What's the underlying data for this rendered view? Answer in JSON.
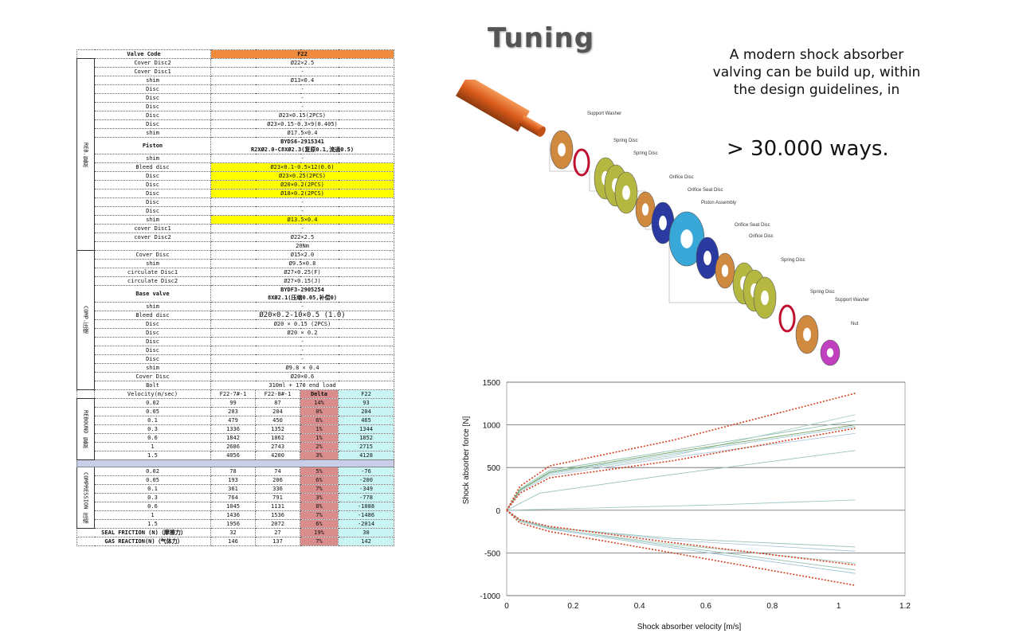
{
  "slide": {
    "title": "Tuning",
    "description": "A modern shock absorber valving can be build up, within the design guidelines, in",
    "ways": "> 30.000 ways."
  },
  "table": {
    "header": {
      "label": "Valve Code",
      "value": "F22"
    },
    "rebound_section_label": "REB.复原",
    "comp_section_label": "COMP.压缩",
    "rebound_rows": [
      {
        "part": "Cover Disc2",
        "value": "Ø22×2.5"
      },
      {
        "part": "Cover Disc1",
        "value": "-"
      },
      {
        "part": "shim",
        "value": "Ø13×0.4"
      },
      {
        "part": "Disc",
        "value": "-"
      },
      {
        "part": "Disc",
        "value": "-"
      },
      {
        "part": "Disc",
        "value": "-"
      },
      {
        "part": "Disc",
        "value": "Ø23×0.15(2PCS)"
      },
      {
        "part": "Disc",
        "value": "Ø23×0.15-0.3×9(0.405)"
      },
      {
        "part": "shim",
        "value": "Ø17.5×0.4"
      },
      {
        "part": "Piston",
        "value": "BYDS6-2915341\nR2XØ2.0-C8XØ2.3(复原0.1,流通0.5)",
        "tall": true
      },
      {
        "part": "shim",
        "value": "-"
      },
      {
        "part": "Bleed disc",
        "value": "Ø23×0.1-0.5×12(0.6)",
        "yellow": true
      },
      {
        "part": "Disc",
        "value": "Ø23×0.25(2PCS)",
        "yellow": true
      },
      {
        "part": "Disc",
        "value": "Ø20×0.2(2PCS)",
        "yellow": true
      },
      {
        "part": "Disc",
        "value": "Ø18×0.2(2PCS)",
        "yellow": true
      },
      {
        "part": "Disc",
        "value": "-"
      },
      {
        "part": "Disc",
        "value": "-"
      },
      {
        "part": "shim",
        "value": "Ø13.5×0.4",
        "yellow": true
      },
      {
        "part": "cover Disc1",
        "value": "-"
      },
      {
        "part": "cover Disc2",
        "value": "Ø22×2.5"
      },
      {
        "part": "",
        "value": "20Nm"
      }
    ],
    "comp_rows": [
      {
        "part": "Cover Disc",
        "value": "Ø15×2.0"
      },
      {
        "part": "shim",
        "value": "Ø9.5×0.8"
      },
      {
        "part": "circulate Disc1",
        "value": "Ø27×0.25(F)"
      },
      {
        "part": "circulate Disc2",
        "value": "Ø27×0.15(J)"
      },
      {
        "part": "Base valve",
        "value": "BYDF3-2905254\n8XØ2.1(压缩0.05,补偿0)",
        "tall": true
      },
      {
        "part": "shim",
        "value": "-"
      },
      {
        "part": "Bleed disc",
        "value": "Ø20×0.2-10×0.5 (1.0)",
        "big": true
      },
      {
        "part": "Disc",
        "value": "Ø20 × 0.15 (2PCS)"
      },
      {
        "part": "Disc",
        "value": "Ø20 × 0.2"
      },
      {
        "part": "Disc",
        "value": "-"
      },
      {
        "part": "Disc",
        "value": "-"
      },
      {
        "part": "Disc",
        "value": "-"
      },
      {
        "part": "shim",
        "value": "Ø9.8 × 0.4"
      },
      {
        "part": "Cover Disc",
        "value": "Ø20×0.6"
      },
      {
        "part": "Bolt",
        "value": "310ml + 170 end load"
      }
    ],
    "measure_header": [
      "Velocity(m/sec)",
      "F22-7#-1",
      "F22-8#-1",
      "Delta",
      "F22"
    ],
    "rebound_measure_label": "REBOUND 复原",
    "compression_measure_label": "COMPRESSION 压缩",
    "rebound_measure": [
      [
        "0.02",
        "99",
        "87",
        "14%",
        "93"
      ],
      [
        "0.05",
        "203",
        "204",
        "0%",
        "204"
      ],
      [
        "0.1",
        "479",
        "450",
        "6%",
        "465"
      ],
      [
        "0.3",
        "1336",
        "1352",
        "1%",
        "1344"
      ],
      [
        "0.6",
        "1842",
        "1862",
        "1%",
        "1852"
      ],
      [
        "1",
        "2686",
        "2743",
        "2%",
        "2715"
      ],
      [
        "1.5",
        "4056",
        "4200",
        "3%",
        "4128"
      ]
    ],
    "compression_measure": [
      [
        "0.02",
        "78",
        "74",
        "5%",
        "-76"
      ],
      [
        "0.05",
        "193",
        "206",
        "6%",
        "-200"
      ],
      [
        "0.1",
        "361",
        "336",
        "7%",
        "-349"
      ],
      [
        "0.3",
        "764",
        "791",
        "3%",
        "-778"
      ],
      [
        "0.6",
        "1045",
        "1131",
        "8%",
        "-1088"
      ],
      [
        "1",
        "1436",
        "1536",
        "7%",
        "-1486"
      ],
      [
        "1.5",
        "1956",
        "2072",
        "6%",
        "-2014"
      ]
    ],
    "footer_rows": [
      [
        "SEAL FRICTION (N)（摩擦力）",
        "32",
        "27",
        "19%",
        "30"
      ],
      [
        "GAS REACTION(N)（气体力）",
        "146",
        "137",
        "7%",
        "142"
      ]
    ]
  },
  "exploded_view": {
    "labels": [
      "Support Washer",
      "Spring Disc",
      "Spring Disc",
      "Orifice Disc",
      "Orifice Seat Disc",
      "Piston Assembly",
      "Orifice Seat Disc",
      "Orifice Disc",
      "Spring Disc",
      "Spring Disc",
      "Support Washer",
      "Nut"
    ]
  },
  "chart_data": {
    "type": "line",
    "xlabel": "Shock absorber velocity [m/s]",
    "ylabel": "Shock absorber force [N]",
    "xlim": [
      0,
      1.2
    ],
    "ylim": [
      -1000,
      1500
    ],
    "xticks": [
      "0",
      "0.2",
      "0.4",
      "0.6",
      "0.8",
      "1",
      "1.2"
    ],
    "yticks": [
      "1500",
      "1000",
      "500",
      "0",
      "-500",
      "-1000"
    ],
    "grid": "horizontal",
    "series": [
      {
        "style": "red-dotted",
        "color": "#d44020",
        "x": [
          0,
          0.04,
          0.13,
          0.5,
          1.05
        ],
        "y": [
          0,
          280,
          520,
          820,
          1370
        ]
      },
      {
        "style": "red-dotted",
        "color": "#d44020",
        "x": [
          0,
          0.04,
          0.13,
          0.5,
          1.05
        ],
        "y": [
          0,
          200,
          380,
          580,
          960
        ]
      },
      {
        "style": "red-dotted",
        "color": "#d44020",
        "x": [
          0,
          0.04,
          0.13,
          0.5,
          1.05
        ],
        "y": [
          0,
          -110,
          -190,
          -380,
          -640
        ]
      },
      {
        "style": "red-dotted",
        "color": "#d44020",
        "x": [
          0,
          0.04,
          0.13,
          0.5,
          1.05
        ],
        "y": [
          0,
          -150,
          -250,
          -500,
          -880
        ]
      },
      {
        "style": "thin",
        "color": "#8fc0b0",
        "x": [
          0,
          0.04,
          0.13,
          0.5,
          1.05
        ],
        "y": [
          0,
          250,
          470,
          700,
          1050
        ]
      },
      {
        "style": "thin",
        "color": "#9ec7d6",
        "x": [
          0,
          0.04,
          0.13,
          0.5,
          1.05
        ],
        "y": [
          0,
          240,
          440,
          660,
          980
        ]
      },
      {
        "style": "thin",
        "color": "#a8d0c0",
        "x": [
          0,
          0.04,
          0.13,
          0.5,
          1.05
        ],
        "y": [
          0,
          230,
          430,
          640,
          1120
        ]
      },
      {
        "style": "thin",
        "color": "#6fa05a",
        "x": [
          0,
          0.04,
          0.13,
          0.5,
          1.05
        ],
        "y": [
          0,
          235,
          450,
          680,
          1000
        ]
      },
      {
        "style": "thin",
        "color": "#b0c8d8",
        "x": [
          0,
          0.04,
          0.13,
          0.5,
          1.05
        ],
        "y": [
          0,
          215,
          410,
          620,
          900
        ]
      },
      {
        "style": "thin",
        "color": "#98c4b8",
        "x": [
          0,
          0.1,
          0.5,
          1.05
        ],
        "y": [
          0,
          200,
          420,
          700
        ]
      },
      {
        "style": "thin",
        "color": "#a0c8c8",
        "x": [
          0,
          0.2,
          0.6,
          1.05
        ],
        "y": [
          0,
          20,
          60,
          120
        ]
      },
      {
        "style": "thin",
        "color": "#8fc0b0",
        "x": [
          0,
          0.04,
          0.13,
          0.5,
          1.05
        ],
        "y": [
          0,
          -120,
          -210,
          -420,
          -700
        ]
      },
      {
        "style": "thin",
        "color": "#9ec7d6",
        "x": [
          0,
          0.04,
          0.13,
          0.5,
          1.05
        ],
        "y": [
          0,
          -130,
          -220,
          -440,
          -740
        ]
      },
      {
        "style": "thin",
        "color": "#a8d0c0",
        "x": [
          0,
          0.04,
          0.13,
          0.5,
          1.05
        ],
        "y": [
          0,
          -125,
          -215,
          -400,
          -620
        ]
      },
      {
        "style": "thin",
        "color": "#b0c8d8",
        "x": [
          0,
          0.04,
          0.13,
          0.5,
          1.05
        ],
        "y": [
          0,
          -115,
          -200,
          -350,
          -480
        ]
      },
      {
        "style": "thin",
        "color": "#98c4b8",
        "x": [
          0,
          0.04,
          0.13,
          0.5,
          1.05
        ],
        "y": [
          0,
          -118,
          -205,
          -330,
          -430
        ]
      }
    ]
  }
}
